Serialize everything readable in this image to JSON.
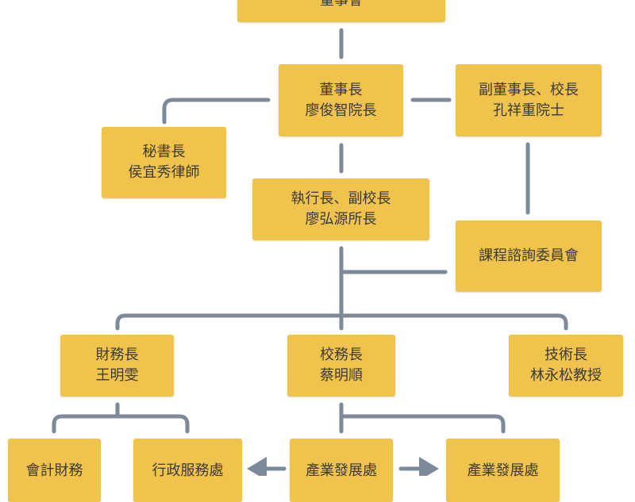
{
  "nodes": {
    "board": {
      "line1": "董事會"
    },
    "chairman": {
      "line1": "董事長",
      "line2": "廖俊智院長"
    },
    "vice_chairman": {
      "line1": "副董事長、校長",
      "line2": "孔祥重院士"
    },
    "secretary_general": {
      "line1": "秘書長",
      "line2": "侯宜秀律師"
    },
    "ceo": {
      "line1": "執行長、副校長",
      "line2": "廖弘源所長"
    },
    "curriculum_committee": {
      "line1": "課程諮詢委員會"
    },
    "cfo": {
      "line1": "財務長",
      "line2": "王明雯"
    },
    "provost": {
      "line1": "校務長",
      "line2": "蔡明順"
    },
    "cto": {
      "line1": "技術長",
      "line2": "林永松教授"
    },
    "accounting": {
      "line1": "會計財務"
    },
    "admin_services": {
      "line1": "行政服務處"
    },
    "industry_dev_1": {
      "line1": "產業發展處"
    },
    "industry_dev_2": {
      "line1": "產業發展處"
    }
  },
  "colors": {
    "box": "#F0C34C",
    "connector": "#7D8A99",
    "text": "#3a3a3a"
  }
}
